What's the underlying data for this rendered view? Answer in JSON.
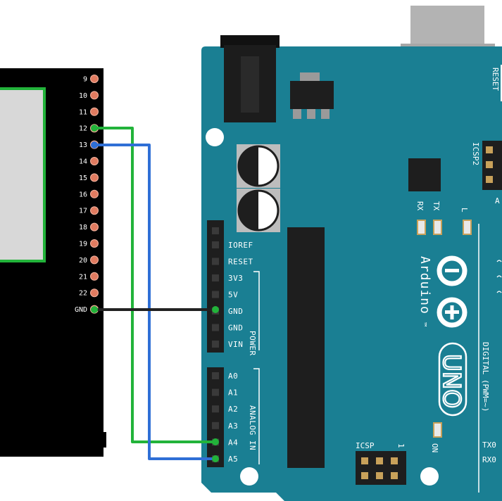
{
  "module": {
    "pins": [
      "9",
      "10",
      "11",
      "12",
      "13",
      "14",
      "15",
      "16",
      "17",
      "18",
      "19",
      "20",
      "21",
      "22",
      "GND"
    ]
  },
  "arduino": {
    "brand": "Arduino",
    "trademark": "™",
    "model": "UNO",
    "reset_label": "RESET",
    "icsp2_label": "ICSP2",
    "icsp_label": "ICSP",
    "icsp_pin1": "1",
    "rx_label": "RX",
    "tx_label": "TX",
    "l_label": "L",
    "on_label": "ON",
    "digital_label": "DIGITAL (PWM=~)",
    "tx0_label": "TX0",
    "rx0_label": "RX0",
    "a_label": "A",
    "power_label": "POWER",
    "analog_label": "ANALOG IN",
    "power_pins": [
      "IOREF",
      "RESET",
      "3V3",
      "5V",
      "GND",
      "GND",
      "VIN"
    ],
    "analog_pins": [
      "A0",
      "A1",
      "A2",
      "A3",
      "A4",
      "A5"
    ]
  },
  "colors": {
    "board": "#1a7f93",
    "board_edge": "#156b7c",
    "wire_green": "#22b33a",
    "wire_blue": "#2f6fd6",
    "wire_black": "#222222",
    "module": "#000000",
    "module_screen": "#d8d8d8",
    "pad": "#e07b60"
  },
  "connections": [
    {
      "from": "12",
      "to": "A4",
      "color": "green"
    },
    {
      "from": "13",
      "to": "A5",
      "color": "blue"
    },
    {
      "from": "GND",
      "to": "GND",
      "color": "black"
    }
  ]
}
